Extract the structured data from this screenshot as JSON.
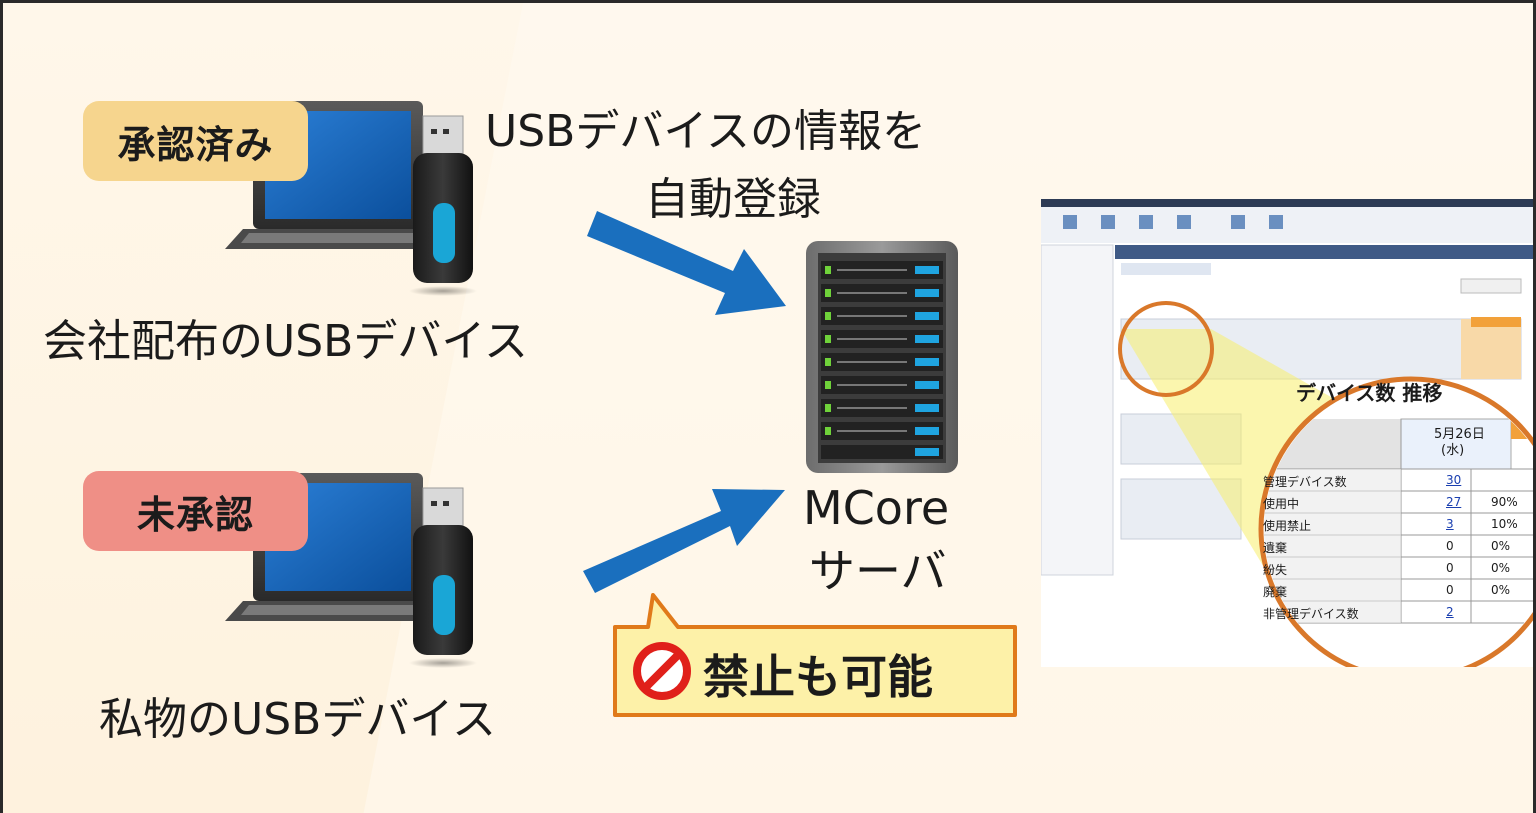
{
  "approved_badge": {
    "label": "承認済み",
    "color": "#f6d58e"
  },
  "unapproved_badge": {
    "label": "未承認",
    "color": "#ef8f86"
  },
  "company_device_label": "会社配布のUSBデバイス",
  "personal_device_label": "私物のUSBデバイス",
  "auto_register_text": {
    "line1": "USBデバイスの情報を",
    "line2": "自動登録"
  },
  "server_label": {
    "line1": "MCore",
    "line2": "サーバ"
  },
  "prohibit_callout": {
    "label": "禁止も可能",
    "icon": "prohibited-icon",
    "fill": "#fdf1a8",
    "border": "#e07a1a"
  },
  "arrow_color": "#1a6fbe",
  "screenshot": {
    "title": "デバイス数 推移",
    "date_header": {
      "line1": "5月26日",
      "line2": "(水)"
    },
    "rows": [
      {
        "label": "管理デバイス数",
        "count": "30",
        "pct": ""
      },
      {
        "label": "使用中",
        "count": "27",
        "pct": "90%"
      },
      {
        "label": "使用禁止",
        "count": "3",
        "pct": "10%"
      },
      {
        "label": "遺棄",
        "count": "0",
        "pct": "0%"
      },
      {
        "label": "紛失",
        "count": "0",
        "pct": "0%"
      },
      {
        "label": "廃棄",
        "count": "0",
        "pct": "0%"
      },
      {
        "label": "非管理デバイス数",
        "count": "2",
        "pct": ""
      }
    ]
  }
}
